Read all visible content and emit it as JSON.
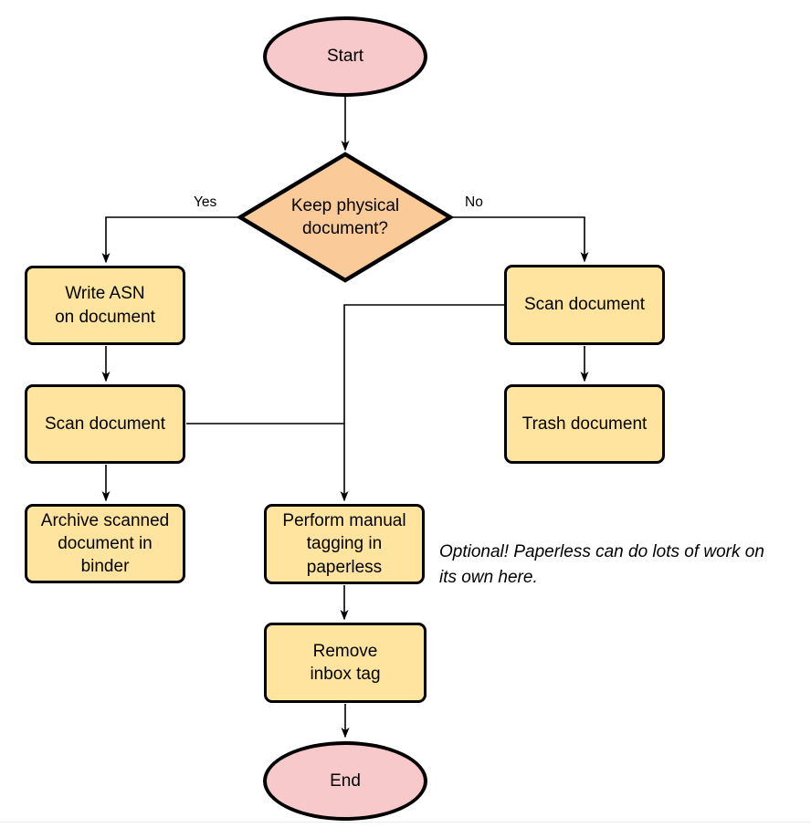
{
  "colors": {
    "pink": "#F7C9CB",
    "orange": "#FACB98",
    "yellow": "#FEE49E",
    "stroke": "#000000",
    "faintline": "#ececec"
  },
  "nodes": {
    "start": {
      "label": "Start"
    },
    "decision": {
      "label": "Keep physical\ndocument?"
    },
    "write_asn": {
      "label": "Write ASN\non document"
    },
    "scan_left": {
      "label": "Scan document"
    },
    "archive": {
      "label": "Archive scanned\ndocument in\nbinder"
    },
    "scan_right": {
      "label": "Scan document"
    },
    "trash": {
      "label": "Trash document"
    },
    "tagging": {
      "label": "Perform manual\ntagging in\npaperless"
    },
    "remove_inbox": {
      "label": "Remove\ninbox tag"
    },
    "end": {
      "label": "End"
    }
  },
  "edge_labels": {
    "yes": "Yes",
    "no": "No"
  },
  "note": {
    "text": "Optional! Paperless can do lots of work on\nits own here."
  }
}
